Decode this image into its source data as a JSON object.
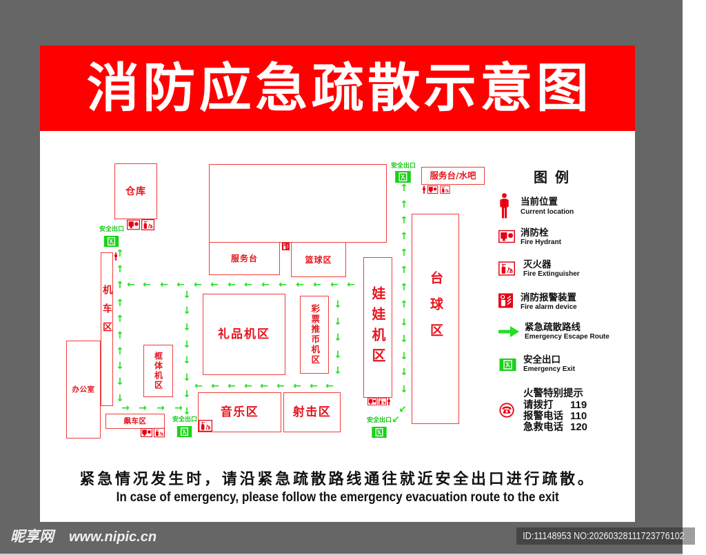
{
  "header": {
    "title": "消防应急疏散示意图"
  },
  "floor_plan": {
    "rooms": {
      "warehouse": "仓库",
      "locomotive_zone": "机车区",
      "office": "办公室",
      "cabinet_machine_zone": "框体机区",
      "racing_zone": "飙车区",
      "main_hall": "",
      "service_desk": "服务台",
      "basketball_zone": "篮球区",
      "gift_machine_zone": "礼品机区",
      "lottery_coin_pusher_zone": "彩票推币机区",
      "music_zone": "音乐区",
      "shooting_zone": "射击区",
      "claw_machine_zone": "娃娃机区",
      "billiards_zone": "台球区",
      "service_desk_bar": "服务台/水吧"
    },
    "exits": [
      {
        "label": "安全出口"
      },
      {
        "label": "安全出口"
      },
      {
        "label": "安全出口"
      },
      {
        "label": "安全出口"
      }
    ],
    "routes": [
      {
        "glyph": "↑",
        "points": [
          [
            174,
            368
          ],
          [
            174,
            391
          ],
          [
            174,
            414
          ],
          [
            174,
            440
          ],
          [
            174,
            463
          ],
          [
            174,
            487
          ],
          [
            174,
            510
          ]
        ]
      },
      {
        "glyph": "↓",
        "points": [
          [
            174,
            531
          ],
          [
            174,
            554
          ],
          [
            174,
            578
          ]
        ]
      },
      {
        "glyph": "→",
        "points": [
          [
            182,
            592
          ],
          [
            207,
            592
          ],
          [
            233,
            592
          ],
          [
            259,
            592
          ]
        ]
      },
      {
        "glyph": "←",
        "points": [
          [
            190,
            413
          ],
          [
            213,
            413
          ],
          [
            238,
            413
          ],
          [
            262,
            413
          ],
          [
            287,
            413
          ],
          [
            311,
            413
          ],
          [
            336,
            413
          ],
          [
            360,
            413
          ],
          [
            385,
            413
          ],
          [
            410,
            413
          ],
          [
            435,
            413
          ],
          [
            460,
            413
          ],
          [
            485,
            413
          ],
          [
            509,
            413
          ]
        ]
      },
      {
        "glyph": "↓",
        "points": [
          [
            271,
            428
          ],
          [
            271,
            451
          ],
          [
            271,
            475
          ],
          [
            271,
            500
          ],
          [
            271,
            523
          ],
          [
            271,
            548
          ],
          [
            271,
            572
          ],
          [
            271,
            597
          ]
        ]
      },
      {
        "glyph": "←",
        "points": [
          [
            288,
            560
          ],
          [
            312,
            560
          ],
          [
            336,
            560
          ],
          [
            360,
            560
          ],
          [
            383,
            560
          ],
          [
            407,
            560
          ],
          [
            431,
            560
          ],
          [
            455,
            560
          ],
          [
            478,
            560
          ]
        ]
      },
      {
        "glyph": "↓",
        "points": [
          [
            490,
            442
          ],
          [
            490,
            467
          ],
          [
            490,
            490
          ],
          [
            490,
            515
          ],
          [
            490,
            538
          ]
        ]
      },
      {
        "glyph": "↑",
        "points": [
          [
            586,
            273
          ],
          [
            586,
            297
          ],
          [
            586,
            320
          ],
          [
            586,
            343
          ],
          [
            586,
            367
          ],
          [
            586,
            392
          ],
          [
            586,
            417
          ],
          [
            586,
            442
          ]
        ]
      },
      {
        "glyph": "↓",
        "points": [
          [
            586,
            468
          ],
          [
            586,
            492
          ],
          [
            586,
            517
          ],
          [
            586,
            540
          ],
          [
            586,
            565
          ]
        ]
      },
      {
        "glyph": "↙",
        "points": [
          [
            584,
            594
          ],
          [
            574,
            609
          ]
        ]
      }
    ]
  },
  "legend": {
    "title": "图 例",
    "items": [
      {
        "icon": "person-icon",
        "zh": "当前位置",
        "en": "Current location"
      },
      {
        "icon": "fire-hydrant-icon",
        "zh": "消防栓",
        "en": "Fire Hydrant"
      },
      {
        "icon": "fire-extinguisher-icon",
        "zh": "灭火器",
        "en": "Fire Extinguisher"
      },
      {
        "icon": "fire-alarm-icon",
        "zh": "消防报警装置",
        "en": "Fire alarm device"
      },
      {
        "icon": "escape-arrow-icon",
        "zh": "紧急疏散路线",
        "en": "Emergency Escape Route"
      },
      {
        "icon": "exit-sign-icon",
        "zh": "安全出口",
        "en": "Emergency Exit"
      }
    ],
    "hotline": {
      "icon": "telephone-icon",
      "title": "火警特别提示",
      "rows": [
        {
          "label": "请拨打",
          "number": "119"
        },
        {
          "label": "报警电话",
          "number": "110"
        },
        {
          "label": "急救电话",
          "number": "120"
        }
      ]
    }
  },
  "notice": {
    "zh": "紧急情况发生时，请沿紧急疏散路线通往就近安全出口进行疏散。",
    "en": "In case of emergency, please follow the emergency evacuation route to the  exit"
  },
  "watermark": {
    "brand": "昵享网",
    "site": "www.nipic.cn",
    "id_text": "ID:11148953 NO:20260328111723776102"
  },
  "colors": {
    "header_red": "#ff0000",
    "outline_red": "#f03c3c",
    "label_red": "#e6141e",
    "route_green": "#22e022",
    "exit_green": "#19d219",
    "frame_gray": "#666666"
  }
}
